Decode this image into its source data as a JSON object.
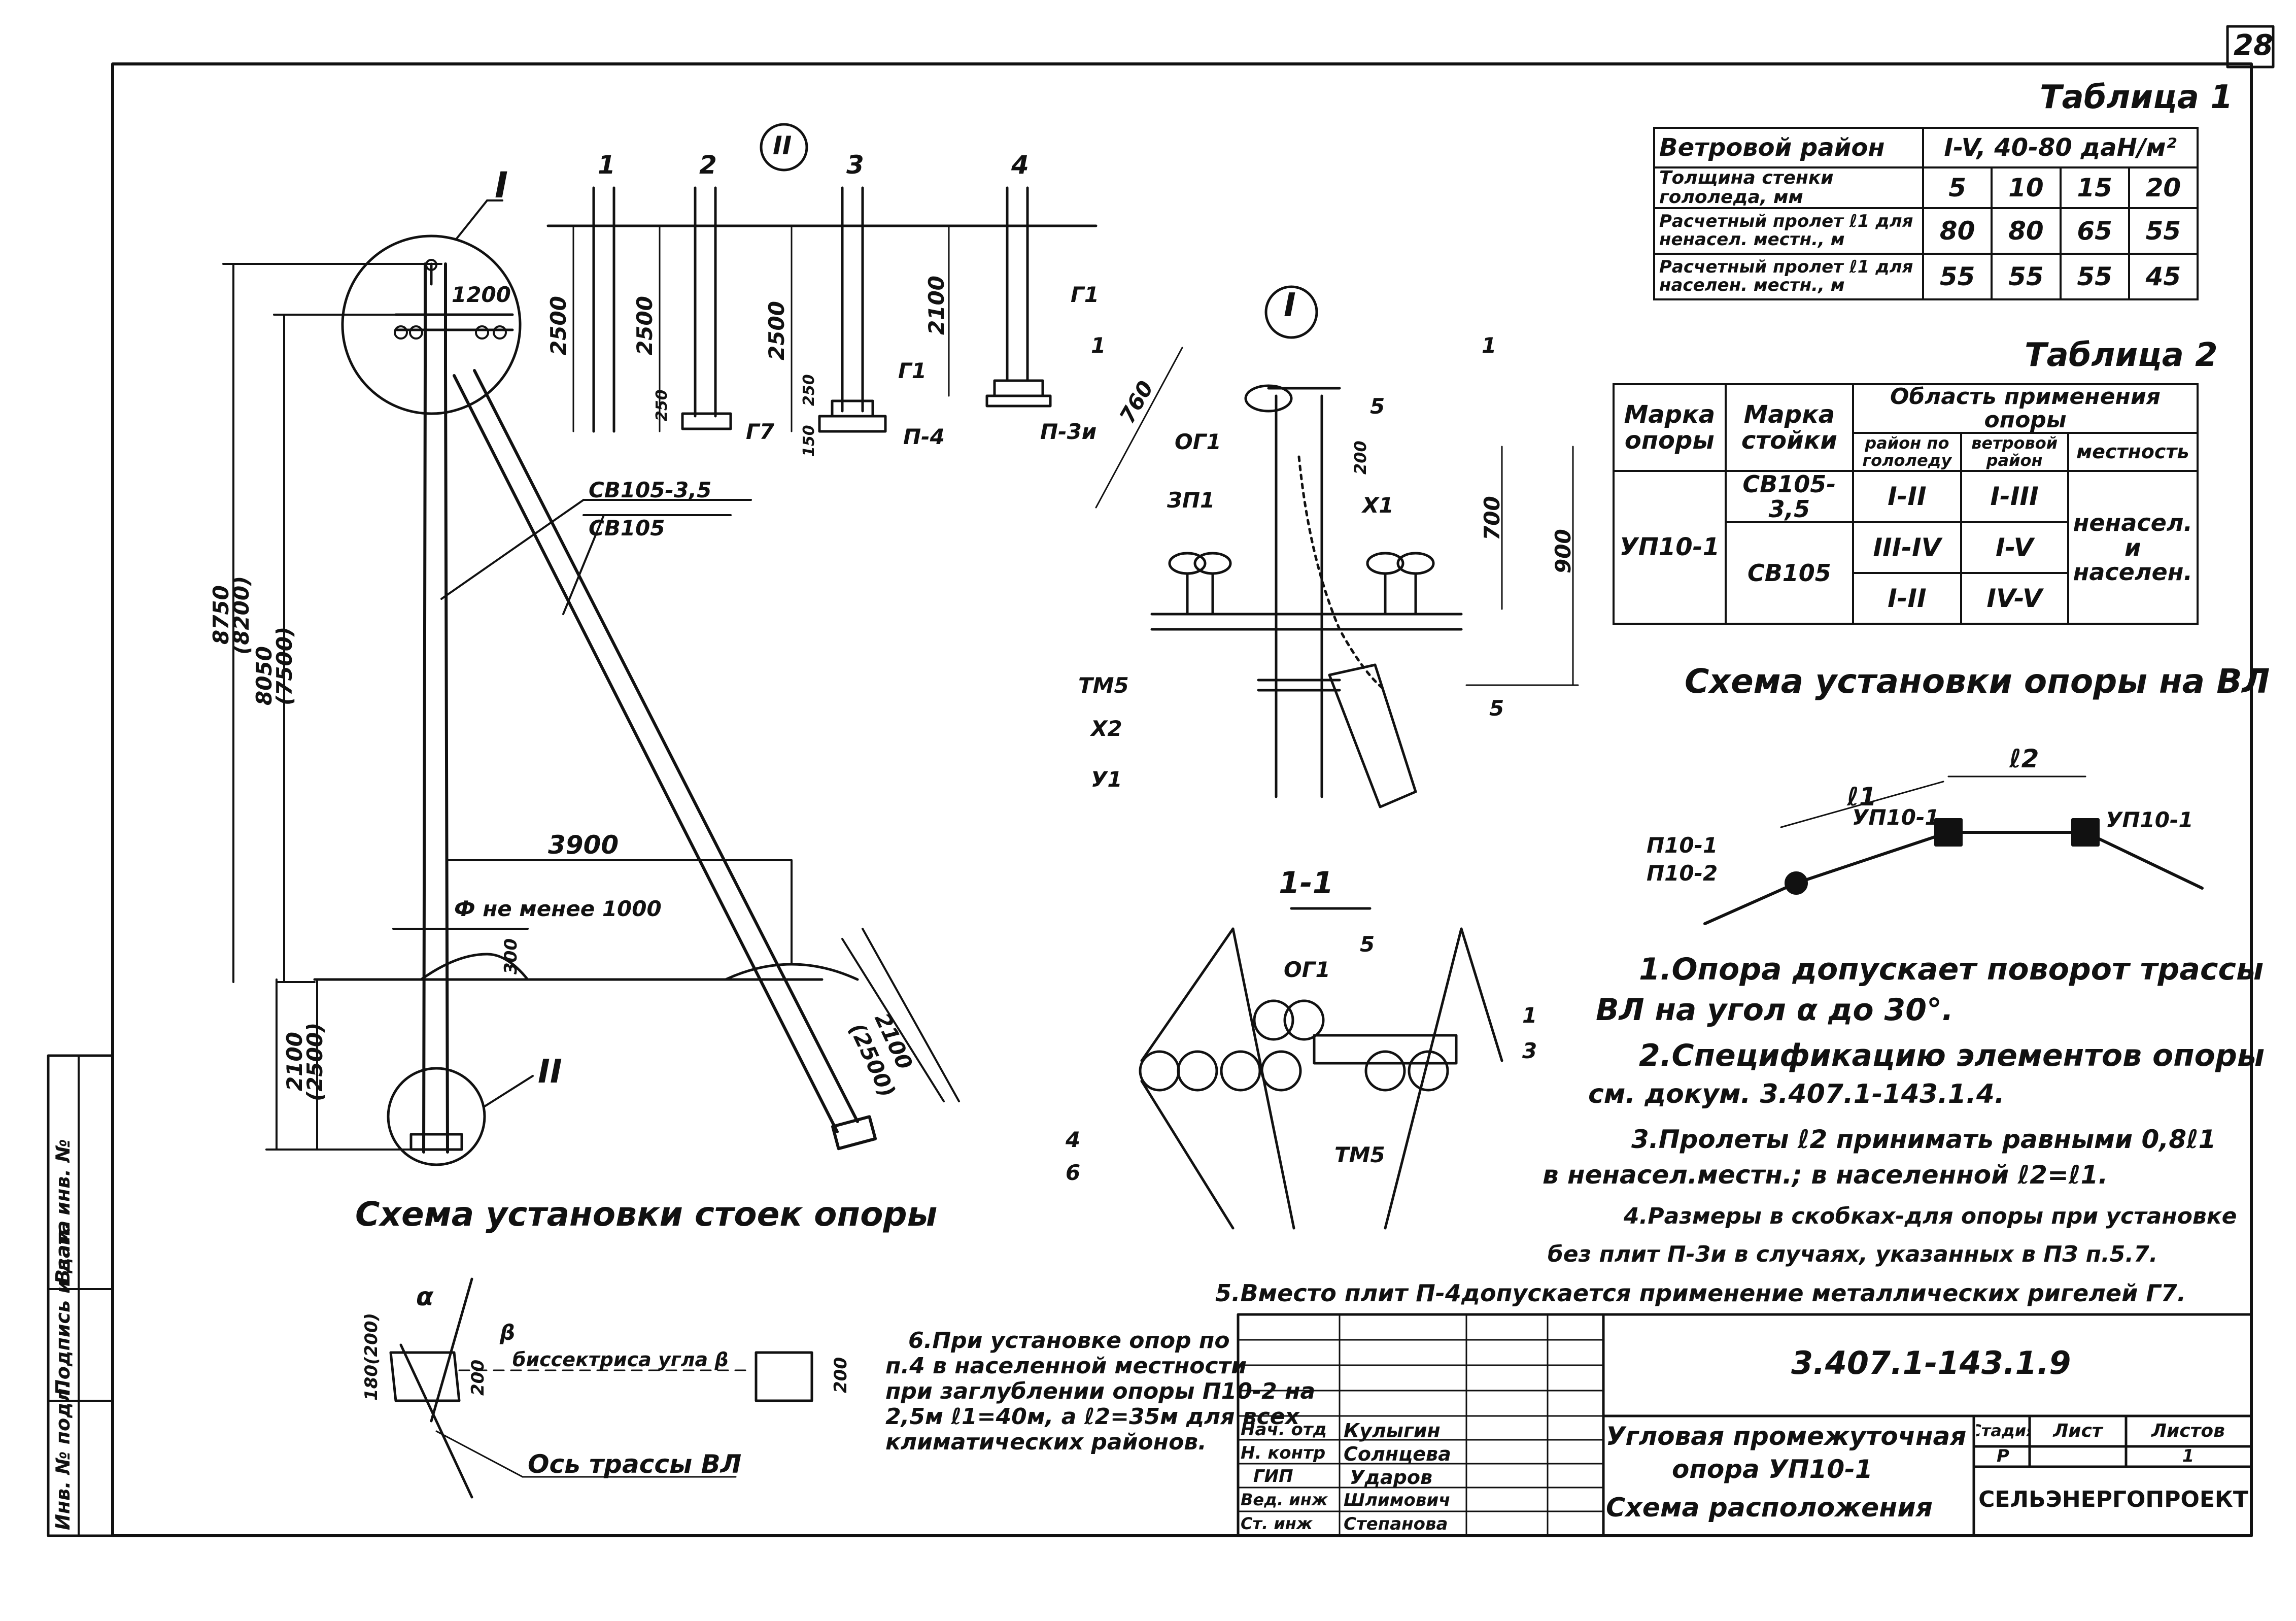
{
  "page_number": "28",
  "table1": {
    "title": "Таблица 1",
    "header_left": "Ветровой район",
    "header_right": "I-V, 40-80 даН/м²",
    "rows": [
      {
        "label": "Толщина стенки гололеда, мм",
        "values": [
          "5",
          "10",
          "15",
          "20"
        ]
      },
      {
        "label": "Расчетный пролет ℓ1 для ненасел. местн., м",
        "values": [
          "80",
          "80",
          "65",
          "55"
        ]
      },
      {
        "label": "Расчетный пролет ℓ1 для населен. местн., м",
        "values": [
          "55",
          "55",
          "55",
          "45"
        ]
      }
    ]
  },
  "table2": {
    "title": "Таблица 2",
    "col_mark_support": "Марка опоры",
    "col_mark_post": "Марка стойки",
    "col_area": "Область применения опоры",
    "sub_ice": "район по гололеду",
    "sub_wind": "ветровой район",
    "sub_locality": "местность",
    "support_name": "УП10-1",
    "rows": [
      {
        "post": "СВ105-3,5",
        "ice": "I-II",
        "wind": "I-III"
      },
      {
        "post": "СВ105",
        "ice": "III-IV",
        "wind": "I-V"
      },
      {
        "post": "",
        "ice": "I-II",
        "wind": "IV-V"
      }
    ],
    "locality": "ненасел. и населен."
  },
  "scheme_vl": {
    "title": "Схема установки опоры на ВЛ",
    "l1": "ℓ1",
    "l2": "ℓ2",
    "up_left": "УП10-1",
    "up_right": "УП10-1",
    "p10_1": "П10-1",
    "p10_2": "П10-2"
  },
  "notes": [
    "1.Опора допускает поворот трассы",
    "ВЛ на угол α до 30°.",
    "2.Спецификацию элементов опоры",
    "см. докум. 3.407.1-143.1.4.",
    "3.Пролеты ℓ2 принимать равными 0,8ℓ1",
    "в ненасел.местн.; в населенной ℓ2=ℓ1.",
    "4.Размеры в скобках-для опоры при установке",
    "без плит П-3и в случаях, указанных в ПЗ п.5.7.",
    "5.Вместо плит П-4допускается применение металлических ригелей Г7."
  ],
  "note6": [
    "6.При установке опор по",
    "п.4 в населенной местности",
    "при заглублении опоры П10-2 на",
    "2,5м ℓ1=40м, а ℓ2=35м для всех",
    "климатических районов."
  ],
  "scheme_posts": {
    "title": "Схема установки стоек опоры",
    "circle_I": "I",
    "circle_II": "II",
    "dim_1200": "1200",
    "dim_8750": "8750",
    "dim_8200": "(8200)",
    "dim_8050": "8050",
    "dim_7500": "(7500)",
    "post_a": "СВ105-3,5",
    "post_b": "СВ105",
    "dim_3900": "3900",
    "dim_min1000": "Ф не менее 1000",
    "dim_300": "300",
    "dim_2100": "2100",
    "dim_2500": "(2500)",
    "dim_2100b": "2100",
    "dim_2500b": "(2500)"
  },
  "detail_II": {
    "circle": "II",
    "numbers": [
      "1",
      "2",
      "3",
      "4"
    ],
    "dims": [
      "2500",
      "2500",
      "2500",
      "2100"
    ],
    "d250": "250",
    "d150": "150",
    "g7": "Г7",
    "g1a": "Г1",
    "p4": "П-4",
    "g1b": "Г1",
    "p3i": "П-3и"
  },
  "detail_I": {
    "circle": "I",
    "d760": "760",
    "og1": "ОГ1",
    "zp1": "ЗП1",
    "n5a": "5",
    "d200": "200",
    "x1": "Х1",
    "d700": "700",
    "d900": "900",
    "tm5": "ТМ5",
    "x2": "Х2",
    "u1": "У1",
    "n5b": "5",
    "sec": "1"
  },
  "section_11": {
    "title": "1-1",
    "og1": "ОГ1",
    "n5": "5",
    "n1": "1",
    "n3": "3",
    "n4": "4",
    "n6": "6",
    "tm5": "ТМ5"
  },
  "angle_scheme": {
    "alpha": "α",
    "beta": "β",
    "bisector": "биссектриса угла β",
    "d180": "180(200)",
    "d200": "200",
    "d200b": "200",
    "axis": "Ось трассы ВЛ"
  },
  "stamp": {
    "doc_code": "3.407.1-143.1.9",
    "title_lines": [
      "Угловая промежуточная",
      "опора УП10-1",
      "Схема расположения"
    ],
    "stage_label": "Стадия",
    "sheet_label": "Лист",
    "sheets_label": "Листов",
    "stage": "Р",
    "sheets": "1",
    "org": "СЕЛЬЭНЕРГОПРОЕКТ",
    "roles": [
      "Нач. отд",
      "Н. контр",
      "ГИП",
      "Вед. инж",
      "Ст. инж"
    ],
    "names": [
      "Кулыгин",
      "Солнцева",
      "Ударов",
      "Шлимович",
      "Степанова"
    ]
  },
  "margin": {
    "inv_podl": "Инв. № подл.",
    "sign_date": "Подпись и дата",
    "vzam": "Взам. инв. №"
  }
}
